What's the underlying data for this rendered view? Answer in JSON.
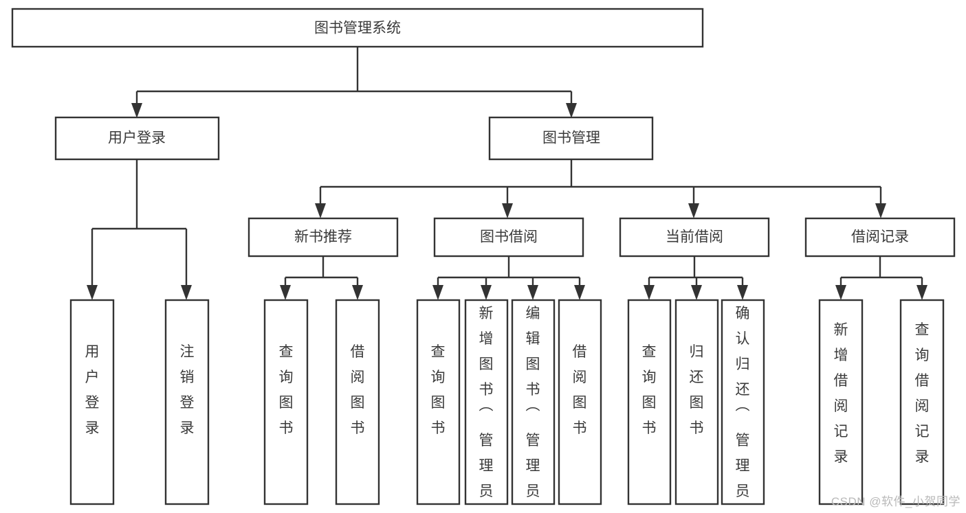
{
  "diagram": {
    "type": "tree-hierarchy-chart",
    "title": "图书管理系统",
    "watermark": "CSDN @软件_小贺同学",
    "levels": {
      "root": {
        "id": "root",
        "label": "图书管理系统"
      },
      "level2": [
        {
          "id": "user-login",
          "label": "用户登录"
        },
        {
          "id": "book-management",
          "label": "图书管理"
        }
      ],
      "level3": [
        {
          "id": "new-book-recommend",
          "label": "新书推荐",
          "parent": "book-management"
        },
        {
          "id": "book-borrow",
          "label": "图书借阅",
          "parent": "book-management"
        },
        {
          "id": "current-borrow",
          "label": "当前借阅",
          "parent": "book-management"
        },
        {
          "id": "borrow-record",
          "label": "借阅记录",
          "parent": "book-management"
        }
      ],
      "leaves": [
        {
          "id": "leaf-user-login",
          "label": "用户登录",
          "parent": "user-login"
        },
        {
          "id": "leaf-user-logout",
          "label": "注销登录",
          "parent": "user-login"
        },
        {
          "id": "leaf-query-book-1",
          "label": "查询图书",
          "parent": "new-book-recommend"
        },
        {
          "id": "leaf-borrow-book-1",
          "label": "借阅图书",
          "parent": "new-book-recommend"
        },
        {
          "id": "leaf-query-book-2",
          "label": "查询图书",
          "parent": "book-borrow"
        },
        {
          "id": "leaf-add-book",
          "label": "新增图书（管理员）",
          "parent": "book-borrow"
        },
        {
          "id": "leaf-edit-book",
          "label": "编辑图书（管理员）",
          "parent": "book-borrow"
        },
        {
          "id": "leaf-borrow-book-2",
          "label": "借阅图书",
          "parent": "book-borrow"
        },
        {
          "id": "leaf-query-book-3",
          "label": "查询图书",
          "parent": "current-borrow"
        },
        {
          "id": "leaf-return-book",
          "label": "归还图书",
          "parent": "current-borrow"
        },
        {
          "id": "leaf-confirm-return",
          "label": "确认归还（管理员）",
          "parent": "current-borrow"
        },
        {
          "id": "leaf-add-record",
          "label": "新增借阅记录",
          "parent": "borrow-record"
        },
        {
          "id": "leaf-query-record",
          "label": "查询借阅记录",
          "parent": "borrow-record"
        }
      ]
    },
    "colors": {
      "stroke": "#333333",
      "fill": "#ffffff",
      "text": "#3a3a3a",
      "watermark": "#b9b9b9"
    }
  }
}
